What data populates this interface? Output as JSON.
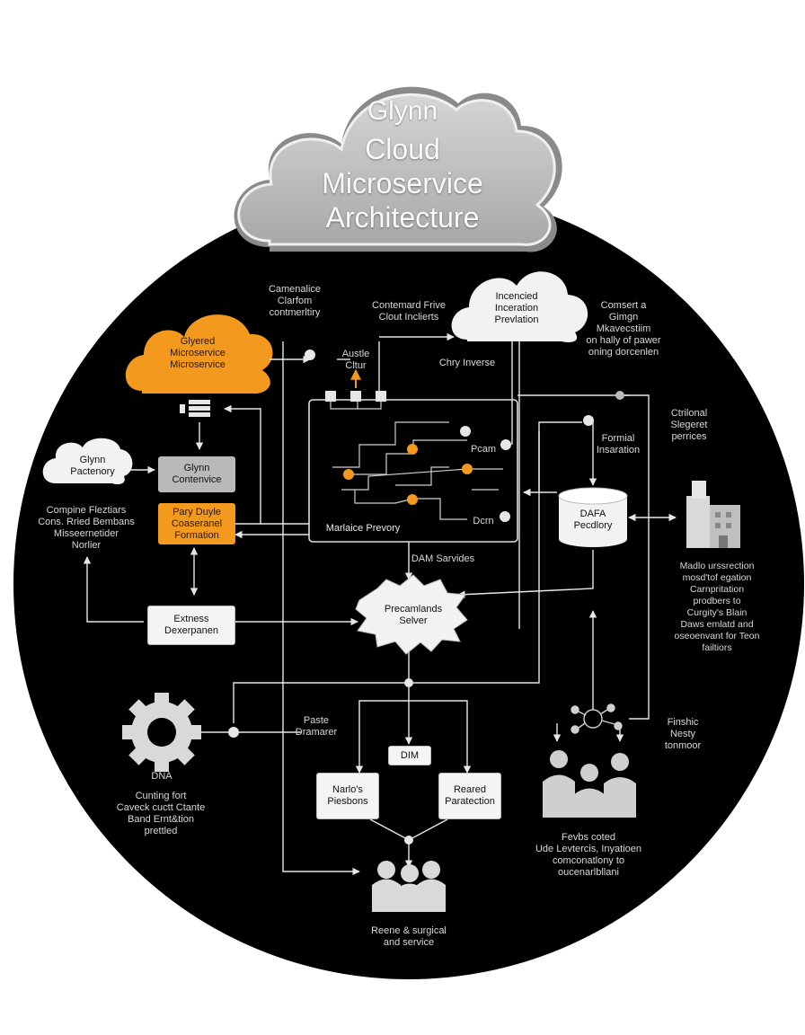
{
  "title": {
    "line1": "Glynn",
    "line2": "Cloud",
    "line3": "Microservice",
    "line4": "Architecture"
  },
  "nodes": {
    "orange_cloud": "Glyered\nMicroservice\nMicroservice",
    "incented_cloud": "Incencied\nInceration\nPrevlation",
    "glynn_pactenory": "Glynn\nPactenory",
    "glynn_contenvice": "Glynn\nContenvice",
    "orange_box": "Pary Duyle\nCoaseranel\nFormation",
    "extenness_box": "Extness\nDexerpanen",
    "starburst": "Precamlands\nSelver",
    "data_cylinder": "DAFA\nPecdlory",
    "dim_box": "DIM",
    "narlo_box": "Narlo's\nPiesbons",
    "reared_box": "Reared\nParatection",
    "main_panel": "Marlaice Prevory"
  },
  "labels": {
    "top_left": "Camenalice\nClarfom\ncontmerltiry",
    "top_mid": "Contemard Frive\nClout Inclierts",
    "top_right": "Comsert a\nGimgn\nMkavecstiim\non hally of pawer\noning dorcenlen",
    "auste": "Austle\nCltur",
    "chry": "Chry Inverse",
    "pcam": "Pcam",
    "dcrn": "Dcrn",
    "formal": "Formial\nInsaration",
    "optional": "Ctrilonal\nSlegeret\nperrices",
    "compute": "Compine Fleztiars\nCons. Rried Bembans\nMisseernetider\nNorlier",
    "dim_services": "DAM Sarvides",
    "media": "Madlo urssrection\nmosd'tof egation\nCarnpritation\nprodbers to\nCurgity's Blain\nDaws emlatd and\noseoenvant for Teon\nfailtiors",
    "paste": "Paste\nDramarer",
    "dna": "DNA",
    "control": "Cunting fort\nCaveck cuctt Ctante\nBand Ernt&tion\nprettled",
    "finshi": "Finshic\nNesty\ntonmoor",
    "features": "Fevbs coted\nUde Levtercis, Inyatioen\ncomconatlony to\noucenarlbllani",
    "people_bottom": "Reene & surgical\nand service"
  },
  "colors": {
    "accent": "#f39a1e",
    "background": "#000000",
    "cloud_grey": "#bdbdbd"
  }
}
